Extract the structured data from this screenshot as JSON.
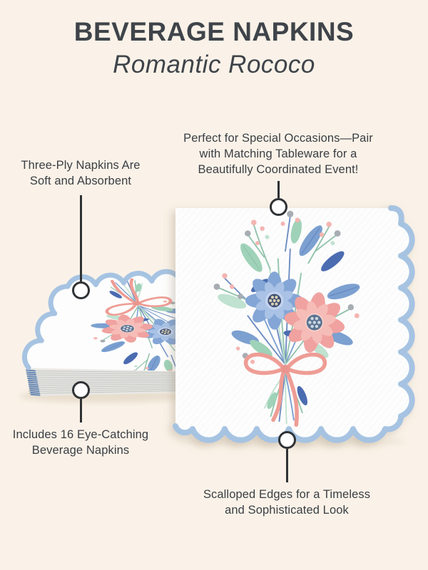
{
  "header": {
    "title": "BEVERAGE NAPKINS",
    "subtitle": "Romantic Rococo"
  },
  "callouts": {
    "three_ply": {
      "text": "Three-Ply Napkins Are\nSoft and Absorbent"
    },
    "occasions": {
      "text": "Perfect for Special Occasions—Pair\nwith Matching Tableware for a\nBeautifully Coordinated Event!"
    },
    "includes": {
      "text": "Includes 16 Eye-Catching\nBeverage Napkins"
    },
    "scalloped": {
      "text": "Scalloped Edges for a Timeless\nand Sophisticated Look"
    }
  },
  "colors": {
    "background": "#faf2e8",
    "heading_text": "#3f444a",
    "body_text": "#3a3e44",
    "connector": "#2f3235",
    "marker_fill": "#ffffff",
    "scallop_blue": "#a6c3e2",
    "napkin_white": "#fdfdfd",
    "flower_blue": "#84a6d6",
    "flower_blue_light": "#a9c2e5",
    "flower_blue_pale": "#c3d4ee",
    "flower_pink": "#f0a2a0",
    "flower_pink_light": "#f6bcb7",
    "flower_pink_pale": "#f9d2cd",
    "flower_center_navy": "#434f72",
    "flower_center_steel": "#5c7391",
    "center_dot_cream": "#d8d2b4",
    "center_dot_light": "#ccd8e2",
    "leaf_green": "#9fd2b8",
    "leaf_mint": "#c0e2d0",
    "leaf_blue": "#7ba0d0",
    "leaf_dark_blue": "#4b6cb1",
    "vein_green": "#7fb79b",
    "stem_green": "#93c3ac",
    "stem_blue": "#6c8cc2",
    "bow_coral": "#ee9d95",
    "bow_knot": "#e9958e",
    "bud_pink": "#f4b5b1",
    "bud_gray": "#a8adb3",
    "stack_side": "#e8e8e5",
    "stack_side_line": "#c3c3c0",
    "stack_edge_blue": "#6d8bb4",
    "shadow": "#e5dac9"
  }
}
